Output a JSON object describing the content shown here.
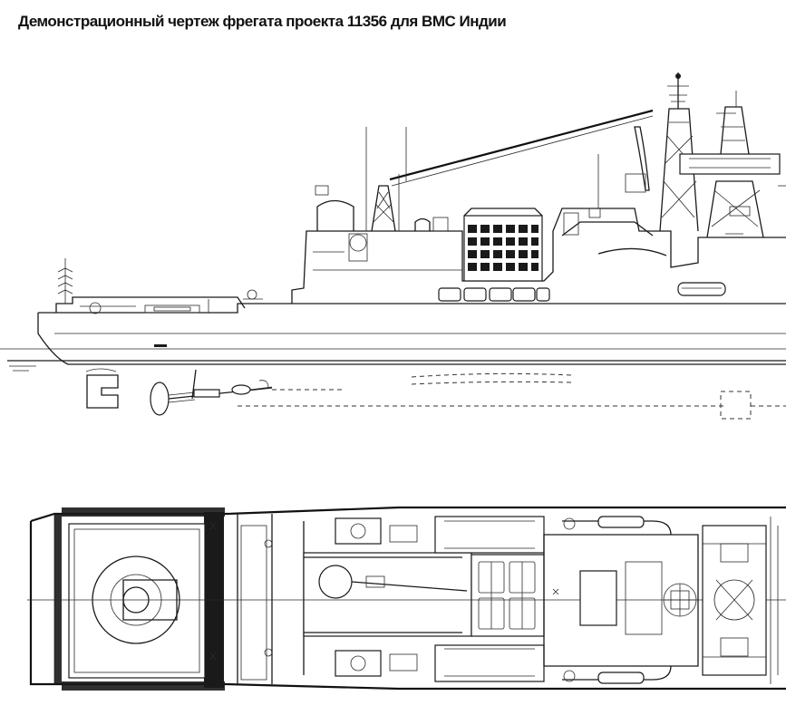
{
  "title": "Демонстрационный чертеж фрегата проекта 11356 для ВМС Индии",
  "colors": {
    "ink": "#1a1a1a",
    "paper": "#ffffff",
    "hatch": "#d8d8d8"
  },
  "views": [
    "side-elevation",
    "plan-view"
  ]
}
